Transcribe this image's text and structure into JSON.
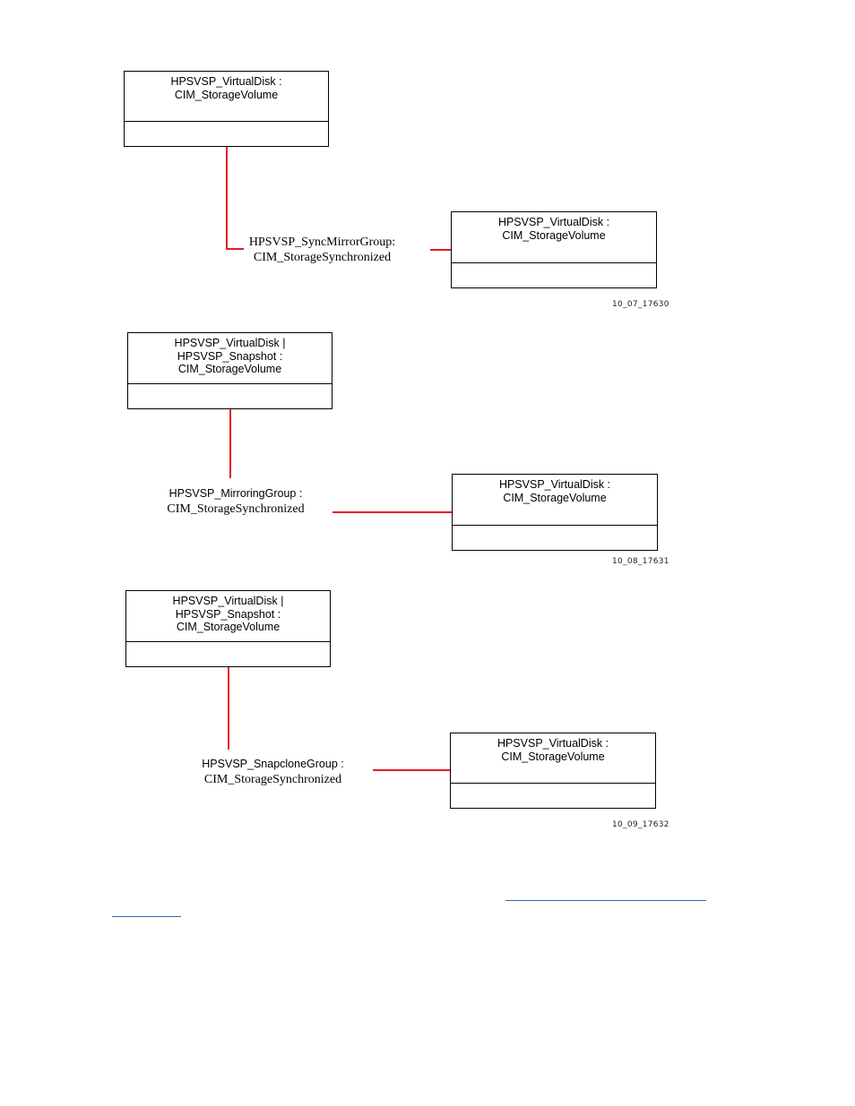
{
  "diagrams": [
    {
      "source_lines": [
        "HPSVSP_VirtualDisk :",
        "CIM_StorageVolume"
      ],
      "association_name": "HPSVSP_SyncMirrorGroup:",
      "association_type": "CIM_StorageSynchronized",
      "target_lines": [
        "HPSVSP_VirtualDisk :",
        "CIM_StorageVolume"
      ],
      "figure_id": "10_07_17630"
    },
    {
      "source_lines": [
        "HPSVSP_VirtualDisk |",
        "HPSVSP_Snapshot :",
        "CIM_StorageVolume"
      ],
      "association_name": "HPSVSP_MirroringGroup :",
      "association_type": "CIM_StorageSynchronized",
      "target_lines": [
        "HPSVSP_VirtualDisk :",
        "CIM_StorageVolume"
      ],
      "figure_id": "10_08_17631"
    },
    {
      "source_lines": [
        "HPSVSP_VirtualDisk |",
        "HPSVSP_Snapshot :",
        "CIM_StorageVolume"
      ],
      "association_name": "HPSVSP_SnapcloneGroup :",
      "association_type": "CIM_StorageSynchronized",
      "target_lines": [
        "HPSVSP_VirtualDisk :",
        "CIM_StorageVolume"
      ],
      "figure_id": "10_09_17632"
    }
  ],
  "colors": {
    "connector": "#e41b23",
    "link": "#2a6ebb"
  }
}
